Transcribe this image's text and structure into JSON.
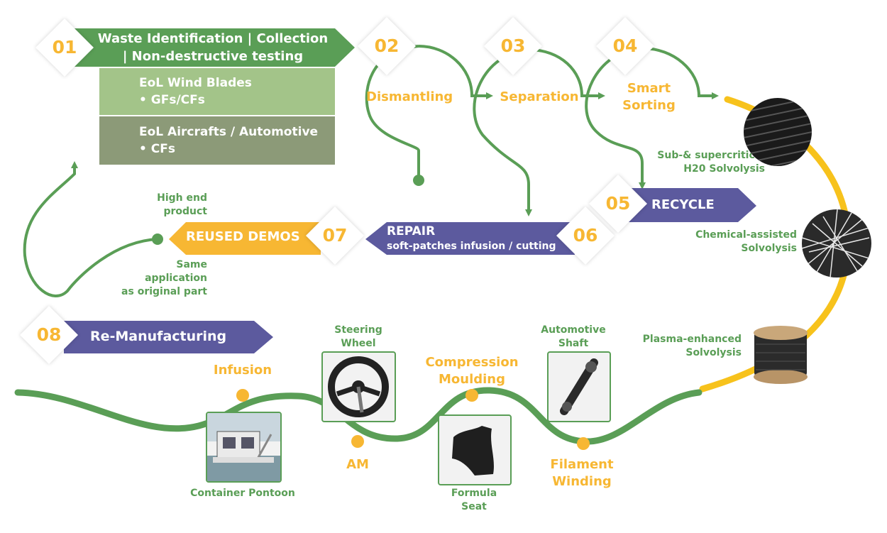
{
  "steps": [
    {
      "num": "01",
      "title_line1": "Waste Identification | Collection",
      "title_line2": "| Non-destructive testing"
    },
    {
      "num": "02",
      "label": "Dismantling"
    },
    {
      "num": "03",
      "label": "Separation"
    },
    {
      "num": "04",
      "label_line1": "Smart",
      "label_line2": "Sorting"
    },
    {
      "num": "05",
      "label": "RECYCLE"
    },
    {
      "num": "06",
      "label_line1": "REPAIR",
      "label_line2": "soft-patches infusion / cutting"
    },
    {
      "num": "07",
      "label": "REUSED DEMOS"
    },
    {
      "num": "08",
      "label": "Re-Manufacturing"
    }
  ],
  "sources": [
    {
      "line1": "EoL Wind Blades",
      "line2": "• GFs/CFs"
    },
    {
      "line1": "EoL Aircrafts / Automotive",
      "line2": "• CFs"
    }
  ],
  "reuse": {
    "high_end": [
      "High end",
      "product"
    ],
    "same_app": [
      "Same",
      "application",
      "as original part"
    ]
  },
  "recycle_methods": [
    [
      "Sub-& supercritical",
      "H20 Solvolysis"
    ],
    [
      "Chemical-assisted",
      "Solvolysis"
    ],
    [
      "Plasma-enhanced",
      "Solvolysis"
    ]
  ],
  "manufacturing": {
    "processes": {
      "infusion": "Infusion",
      "am": "AM",
      "compression": [
        "Compression",
        "Moulding"
      ],
      "filament": [
        "Filament",
        "Winding"
      ]
    },
    "products": {
      "steering": [
        "Steering",
        "Wheel"
      ],
      "shaft": [
        "Automotive",
        "Shaft"
      ],
      "pontoon": "Container Pontoon",
      "seat": [
        "Formula",
        "Seat"
      ]
    }
  },
  "colors": {
    "green": "#5a9e56",
    "light_green": "#a3c489",
    "grey_green": "#8c9a78",
    "orange": "#f7b733",
    "purple": "#5c5a9e"
  }
}
